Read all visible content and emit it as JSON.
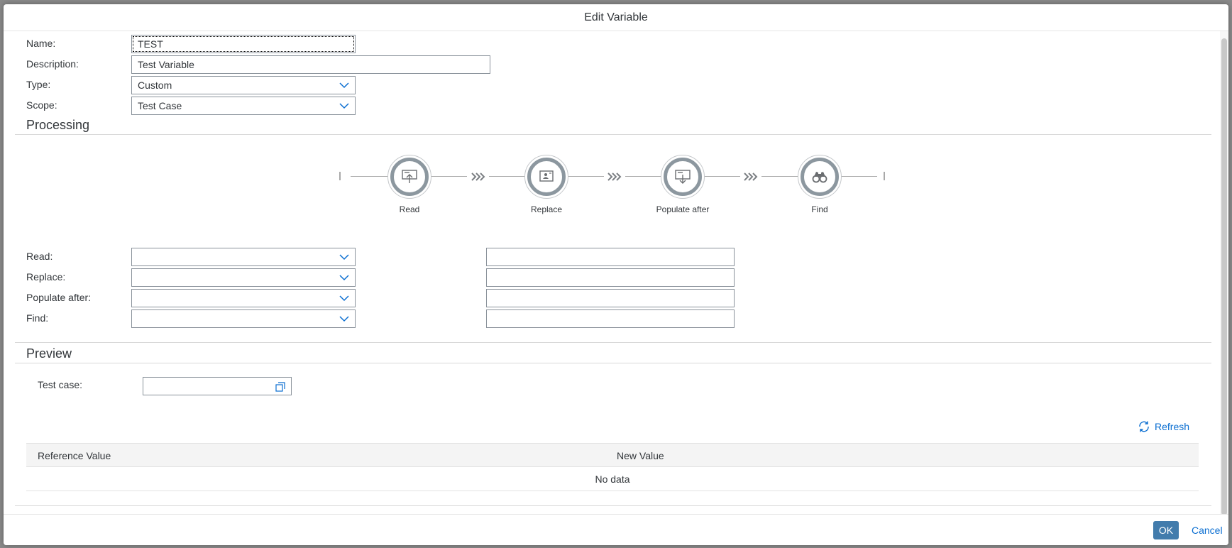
{
  "dialog": {
    "title": "Edit Variable"
  },
  "fields": {
    "name": {
      "label": "Name:",
      "value": "TEST"
    },
    "description": {
      "label": "Description:",
      "value": "Test Variable"
    },
    "type": {
      "label": "Type:",
      "value": "Custom"
    },
    "scope": {
      "label": "Scope:",
      "value": "Test Case"
    }
  },
  "processing": {
    "title": "Processing",
    "steps": [
      {
        "label": "Read",
        "icon": "upload-screen-icon"
      },
      {
        "label": "Replace",
        "icon": "contact-card-icon"
      },
      {
        "label": "Populate after",
        "icon": "download-screen-icon"
      },
      {
        "label": "Find",
        "icon": "binoculars-icon"
      }
    ],
    "rows": [
      {
        "label": "Read:",
        "select_value": "",
        "text_value": ""
      },
      {
        "label": "Replace:",
        "select_value": "",
        "text_value": ""
      },
      {
        "label": "Populate after:",
        "select_value": "",
        "text_value": ""
      },
      {
        "label": "Find:",
        "select_value": "",
        "text_value": ""
      }
    ]
  },
  "preview": {
    "title": "Preview",
    "test_case_label": "Test case:",
    "test_case_value": "",
    "refresh_label": "Refresh",
    "columns": [
      "Reference Value",
      "New Value"
    ],
    "empty_text": "No data"
  },
  "footer": {
    "ok_label": "OK",
    "cancel_label": "Cancel"
  },
  "colors": {
    "accent": "#0a6ed1",
    "ok_button": "#427cac",
    "step_ring": "#8c979f"
  }
}
